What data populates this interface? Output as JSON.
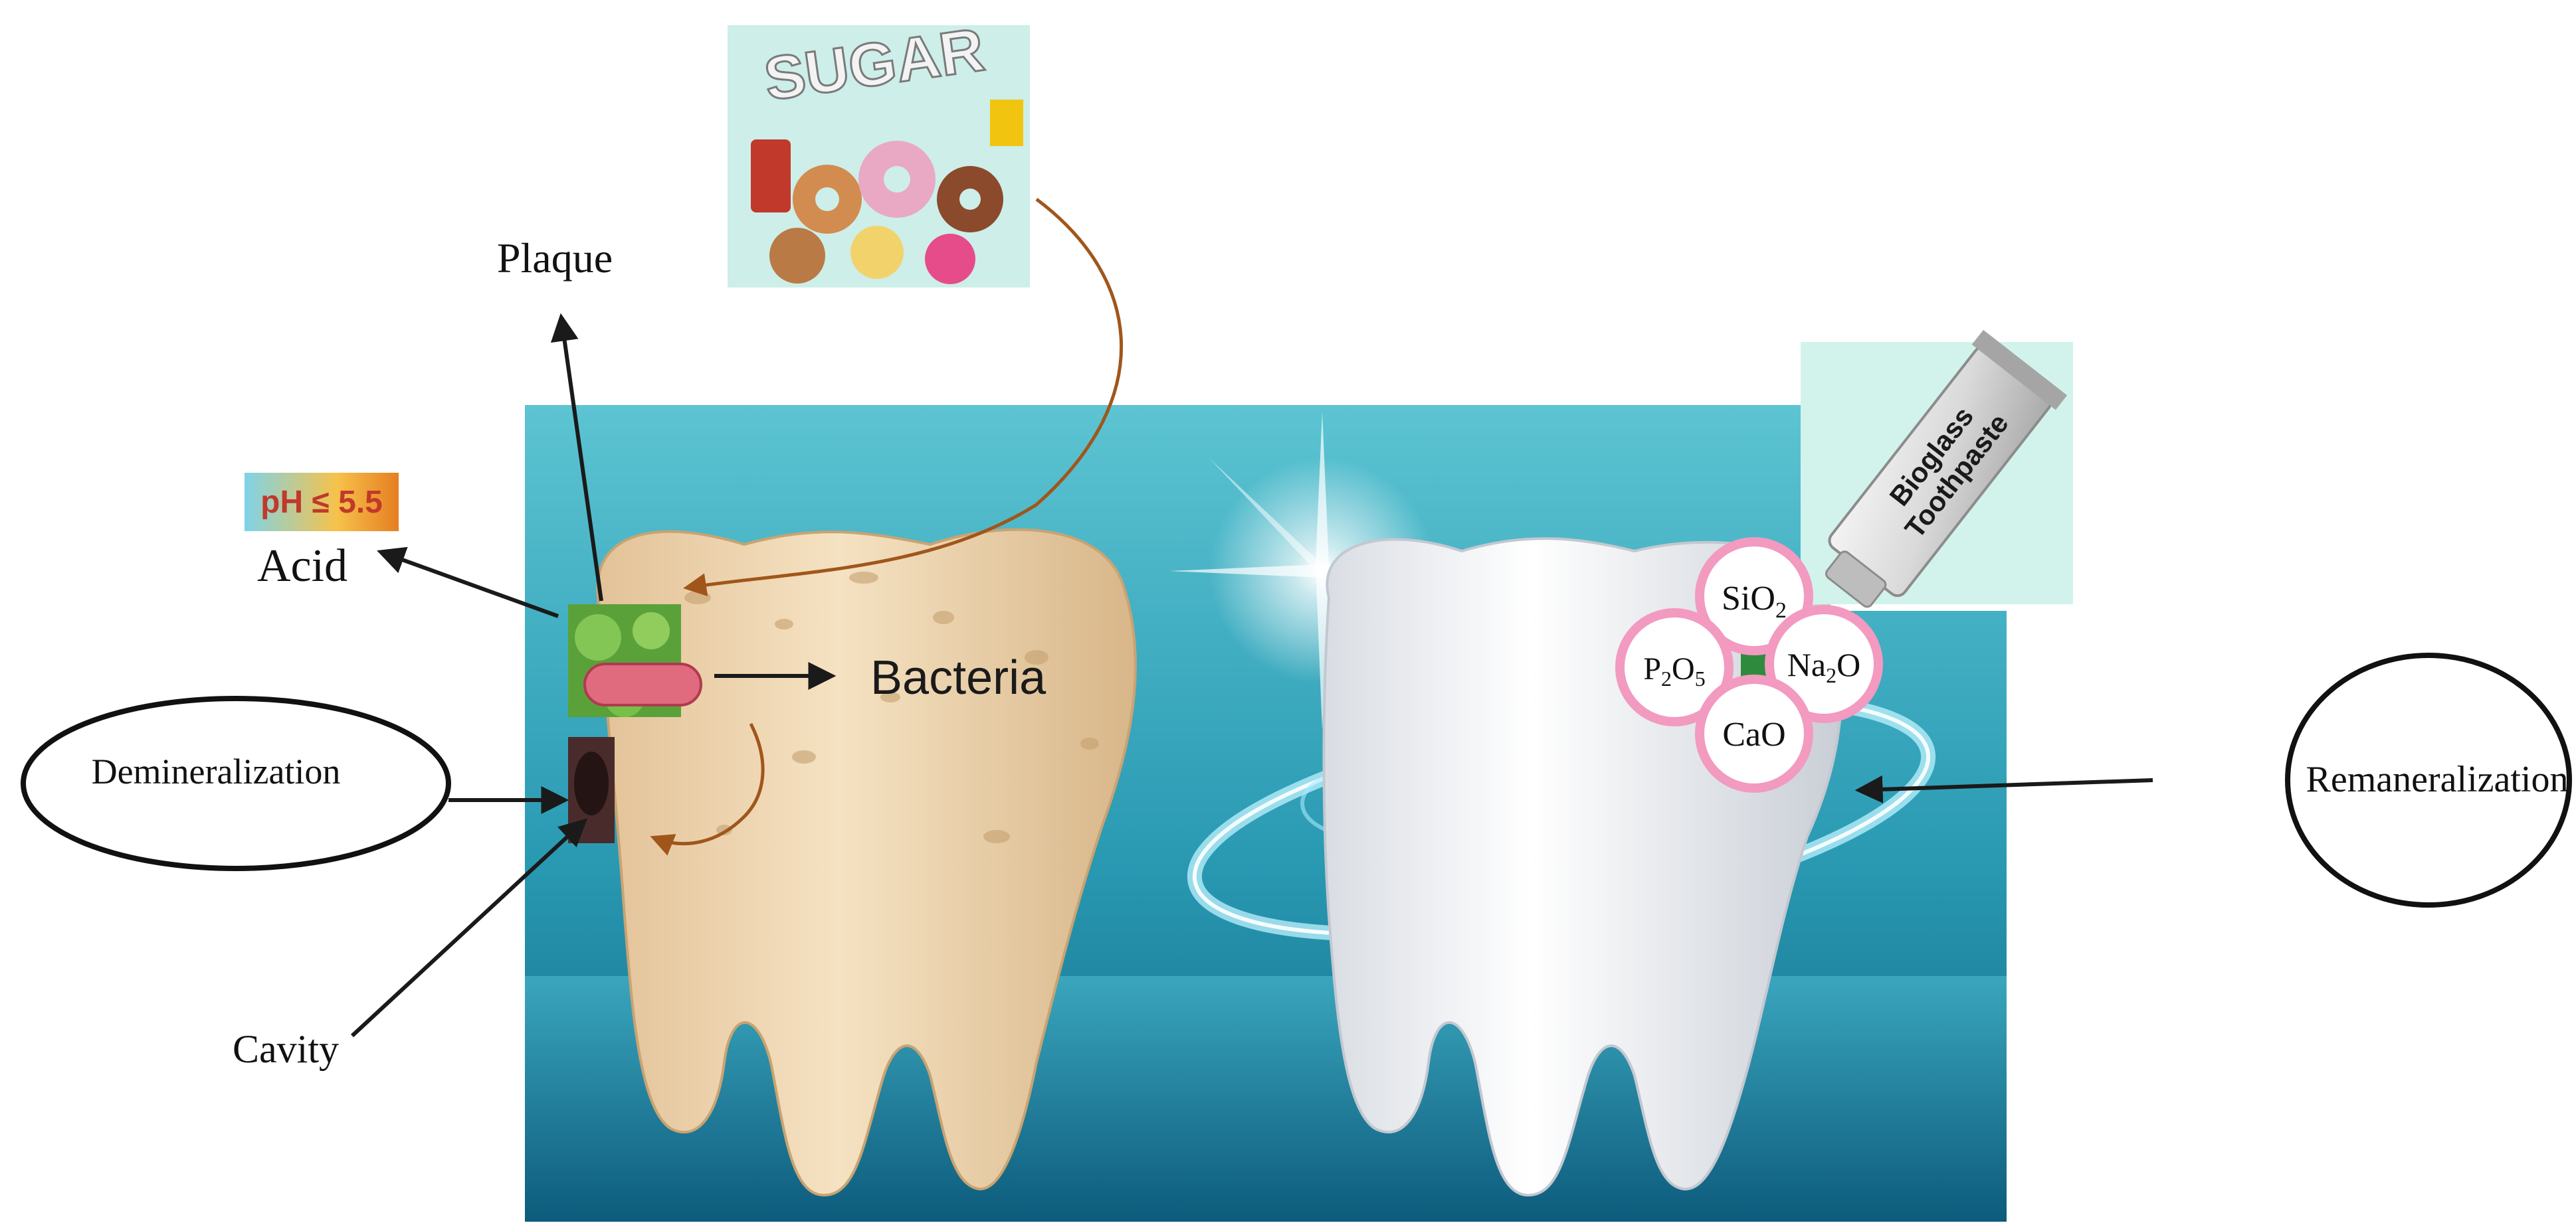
{
  "labels": {
    "plaque": "Plaque",
    "acid": "Acid",
    "ph": "pH ≤ 5.5",
    "bacteria": "Bacteria",
    "demineralization": "Demineralization",
    "cavity": "Cavity",
    "remineralization": "Remaneralization",
    "sugar": "SUGAR",
    "toothpaste_line1": "Bioglass",
    "toothpaste_line2": "Toothpaste"
  },
  "oxides": {
    "sio2": {
      "base": "SiO",
      "sub": "2"
    },
    "na2o": {
      "base": "Na",
      "sub": "2",
      "tail": "O"
    },
    "p2o5": {
      "base": "P",
      "sub1": "2",
      "mid": "O",
      "sub2": "5"
    },
    "cao": {
      "base": "CaO"
    }
  },
  "colors": {
    "background_top": "#4bb8c8",
    "background_bottom": "#136f8f",
    "decayed_tooth": "#ecd2ad",
    "healthy_tooth": "#f2f4f7",
    "oxide_ring": "#f29ac0",
    "sugar_line": "#a0561b",
    "ph_badge": "#e8a33c",
    "ph_text": "#c0392b"
  }
}
